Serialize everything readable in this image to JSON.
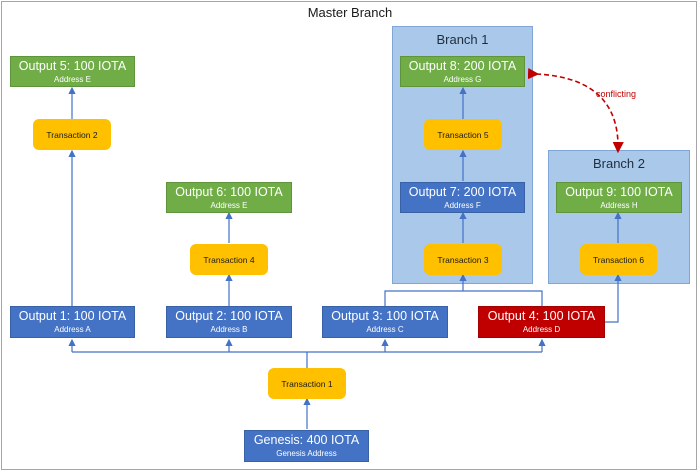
{
  "title": "Master Branch",
  "branches": {
    "branch1": {
      "label": "Branch 1"
    },
    "branch2": {
      "label": "Branch 2"
    }
  },
  "conflict": {
    "label": "conflicting"
  },
  "outputs": {
    "out1": {
      "label": "Output 1: 100 IOTA",
      "address": "Address A"
    },
    "out2": {
      "label": "Output 2: 100 IOTA",
      "address": "Address B"
    },
    "out3": {
      "label": "Output 3: 100 IOTA",
      "address": "Address C"
    },
    "out4": {
      "label": "Output 4: 100 IOTA",
      "address": "Address D"
    },
    "out5": {
      "label": "Output 5: 100 IOTA",
      "address": "Address E"
    },
    "out6": {
      "label": "Output 6: 100 IOTA",
      "address": "Address E"
    },
    "out7": {
      "label": "Output 7: 200 IOTA",
      "address": "Address F"
    },
    "out8": {
      "label": "Output 8: 200 IOTA",
      "address": "Address G"
    },
    "out9": {
      "label": "Output 9: 100 IOTA",
      "address": "Address H"
    },
    "genesis": {
      "label": "Genesis: 400 IOTA",
      "address": "Genesis Address"
    }
  },
  "transactions": {
    "tx1": "Transaction 1",
    "tx2": "Transaction 2",
    "tx3": "Transaction 3",
    "tx4": "Transaction 4",
    "tx5": "Transaction 5",
    "tx6": "Transaction 6"
  },
  "colors": {
    "output_unspent": "#70ad47",
    "output_spent": "#4472c4",
    "output_conflict": "#c00000",
    "transaction": "#ffc000",
    "branch": "#a9c8ea",
    "connector": "#4472c4",
    "conflict_arrow": "#c00000"
  }
}
